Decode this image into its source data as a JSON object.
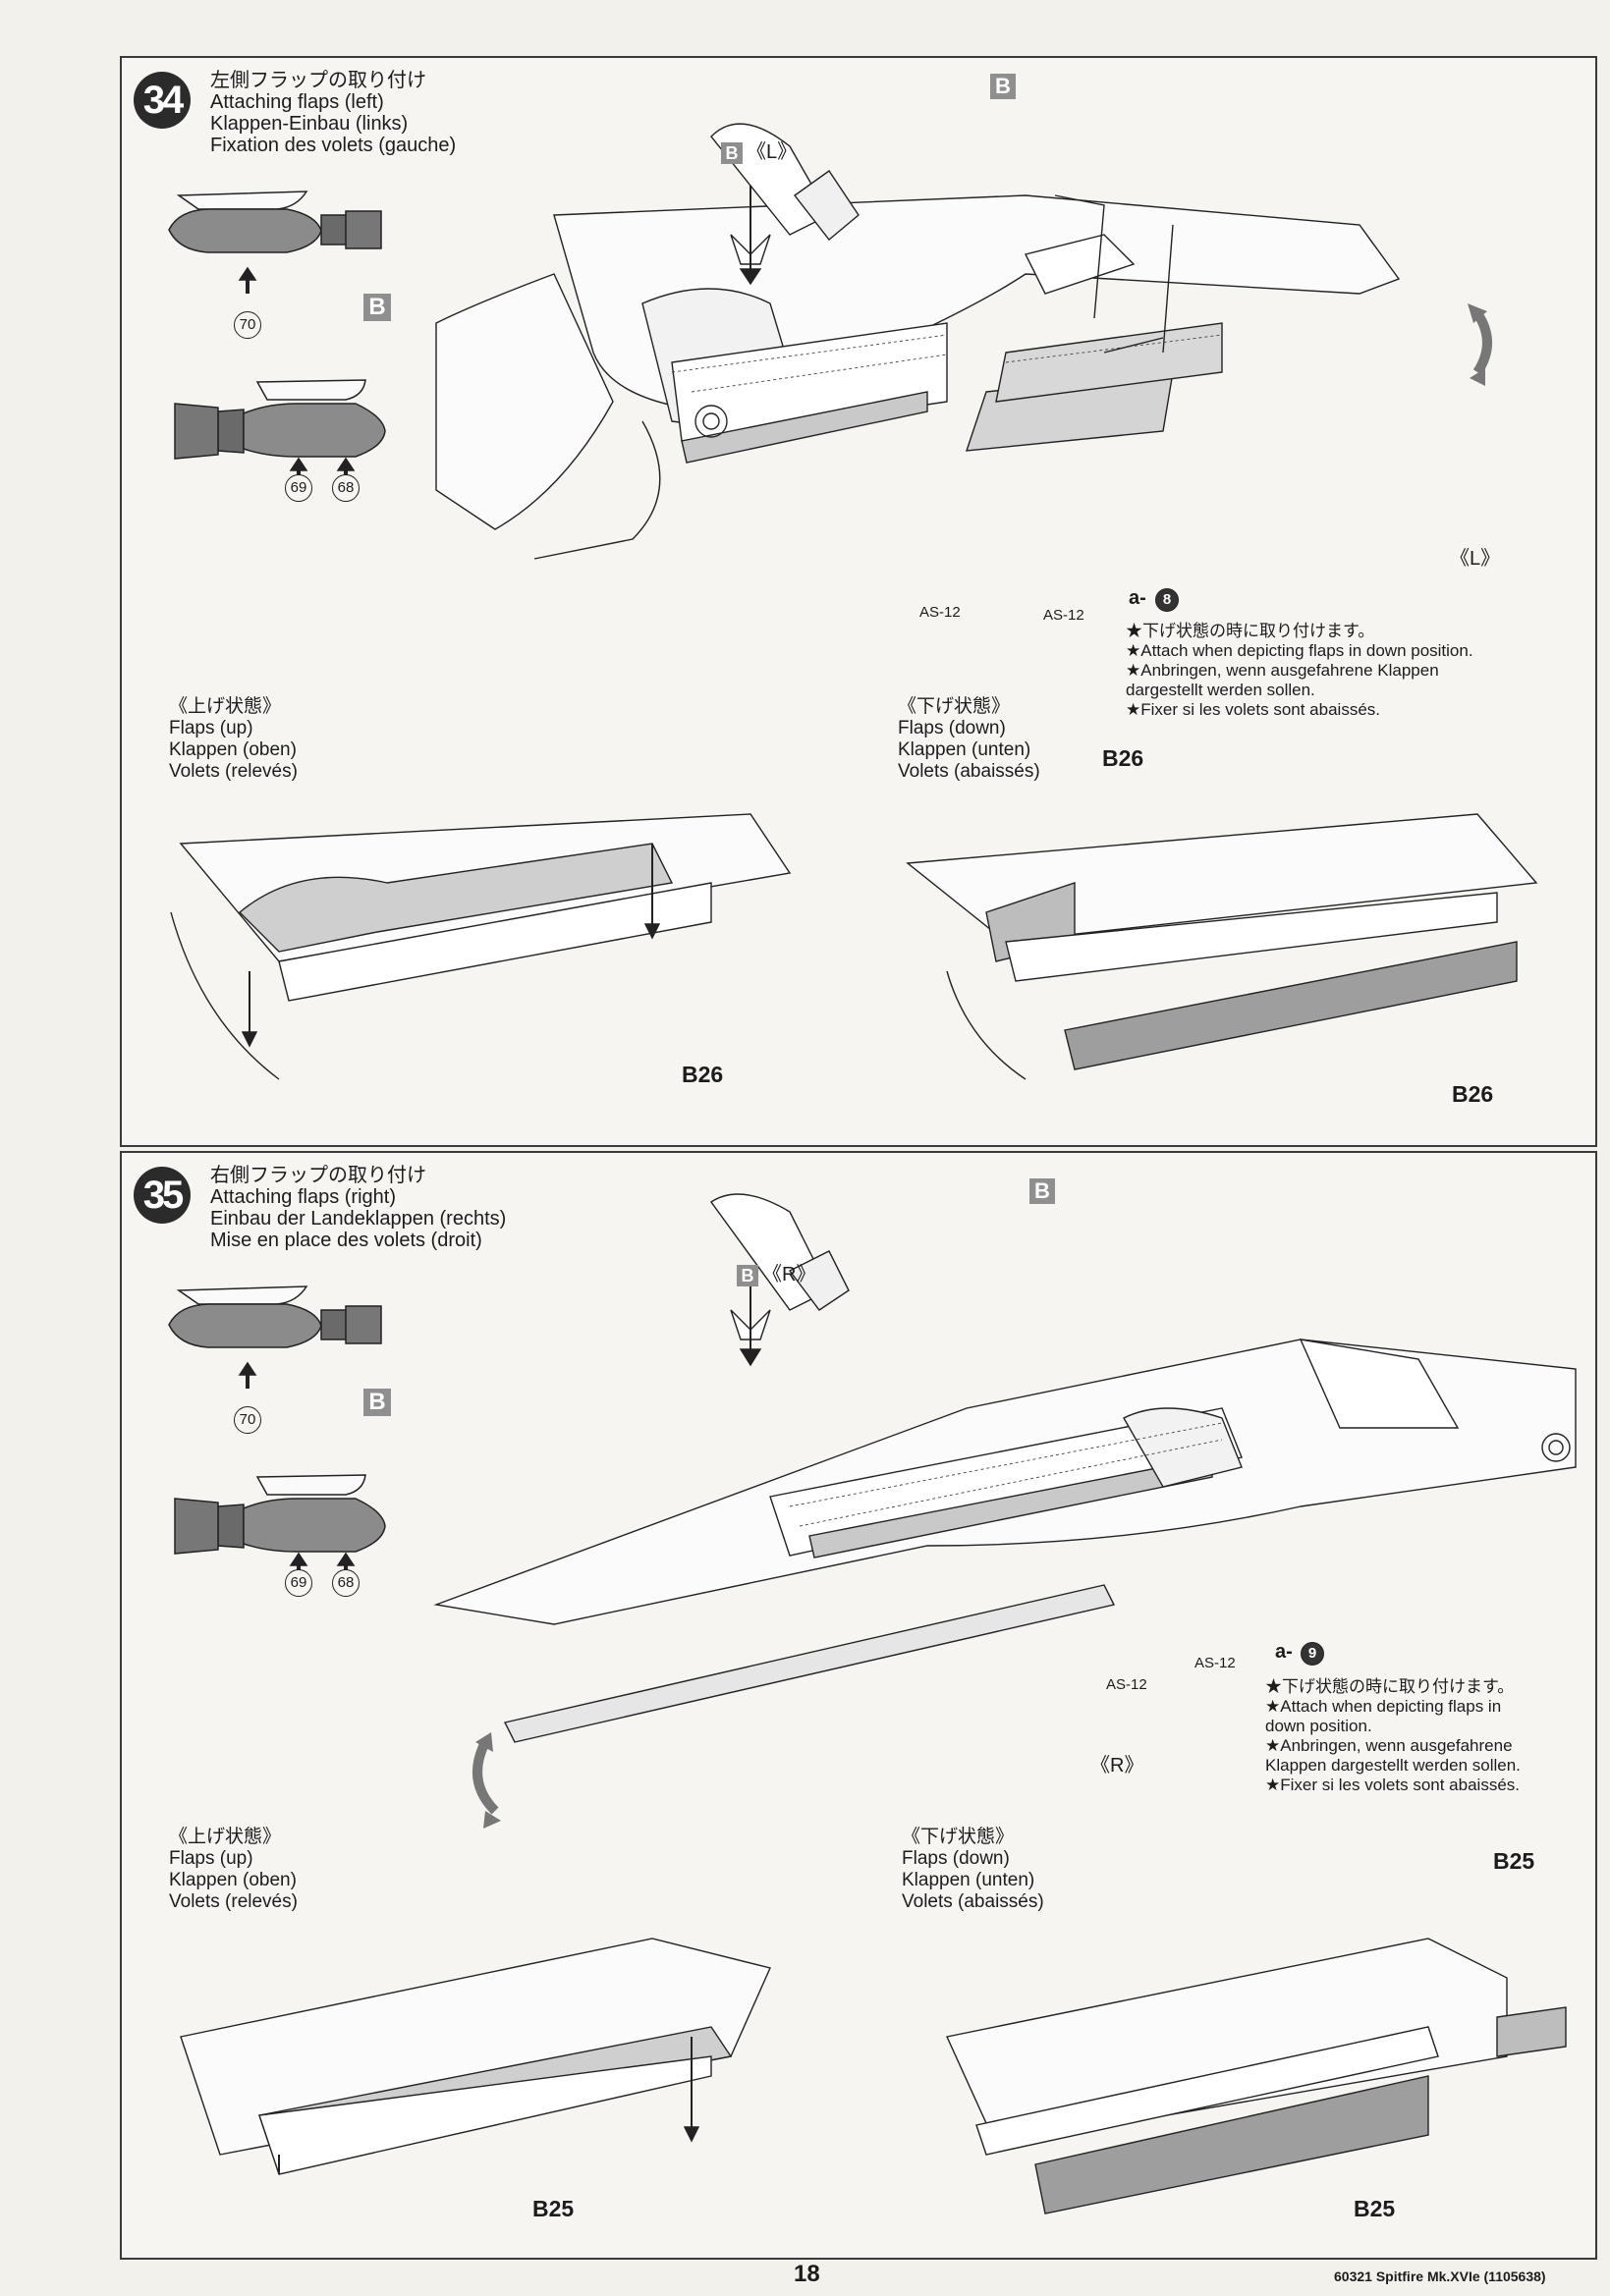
{
  "page_number": "18",
  "footer_code": "60321 Spitfire Mk.XVIe (1105638)",
  "steps": [
    {
      "number": "34",
      "title_jp": "左側フラップの取り付け",
      "title_en": "Attaching flaps (left)",
      "title_de": "Klappen-Einbau (links)",
      "title_fr": "Fixation des volets (gauche)",
      "part_letter": "B",
      "sprue_part_nums": [
        "70",
        "69",
        "68"
      ],
      "callout_part": "B",
      "callout_part_side": "《L》",
      "side_label": "《L》",
      "screw_labels": [
        "AS-12",
        "AS-12"
      ],
      "paint_code_letter": "a-",
      "paint_code_num": "8",
      "notes": [
        "★下げ状態の時に取り付けます。",
        "★Attach when depicting flaps in down position.",
        "★Anbringen, wenn ausgefahrene Klappen",
        "dargestellt werden sollen.",
        "★Fixer si les volets sont abaissés."
      ],
      "up_state": {
        "jp": "《上げ状態》",
        "en": "Flaps (up)",
        "de": "Klappen (oben)",
        "fr": "Volets (relevés)",
        "part": "B26"
      },
      "down_state": {
        "jp": "《下げ状態》",
        "en": "Flaps (down)",
        "de": "Klappen (unten)",
        "fr": "Volets (abaissés)",
        "part_top": "B26",
        "part_bottom": "B26"
      }
    },
    {
      "number": "35",
      "title_jp": "右側フラップの取り付け",
      "title_en": "Attaching flaps (right)",
      "title_de": "Einbau der Landeklappen (rechts)",
      "title_fr": "Mise en place des volets (droit)",
      "part_letter": "B",
      "sprue_part_nums": [
        "70",
        "69",
        "68"
      ],
      "callout_part": "B",
      "callout_part_side": "《R》",
      "side_label": "《R》",
      "screw_labels": [
        "AS-12",
        "AS-12"
      ],
      "paint_code_letter": "a-",
      "paint_code_num": "9",
      "notes": [
        "★下げ状態の時に取り付けます。",
        "★Attach when depicting flaps in",
        "down position.",
        "★Anbringen, wenn ausgefahrene",
        "Klappen dargestellt werden sollen.",
        "★Fixer si les volets sont abaissés."
      ],
      "up_state": {
        "jp": "《上げ状態》",
        "en": "Flaps (up)",
        "de": "Klappen (oben)",
        "fr": "Volets (relevés)",
        "part": "B25"
      },
      "down_state": {
        "jp": "《下げ状態》",
        "en": "Flaps (down)",
        "de": "Klappen (unten)",
        "fr": "Volets (abaissés)",
        "part_top": "B25",
        "part_bottom": "B25"
      }
    }
  ]
}
